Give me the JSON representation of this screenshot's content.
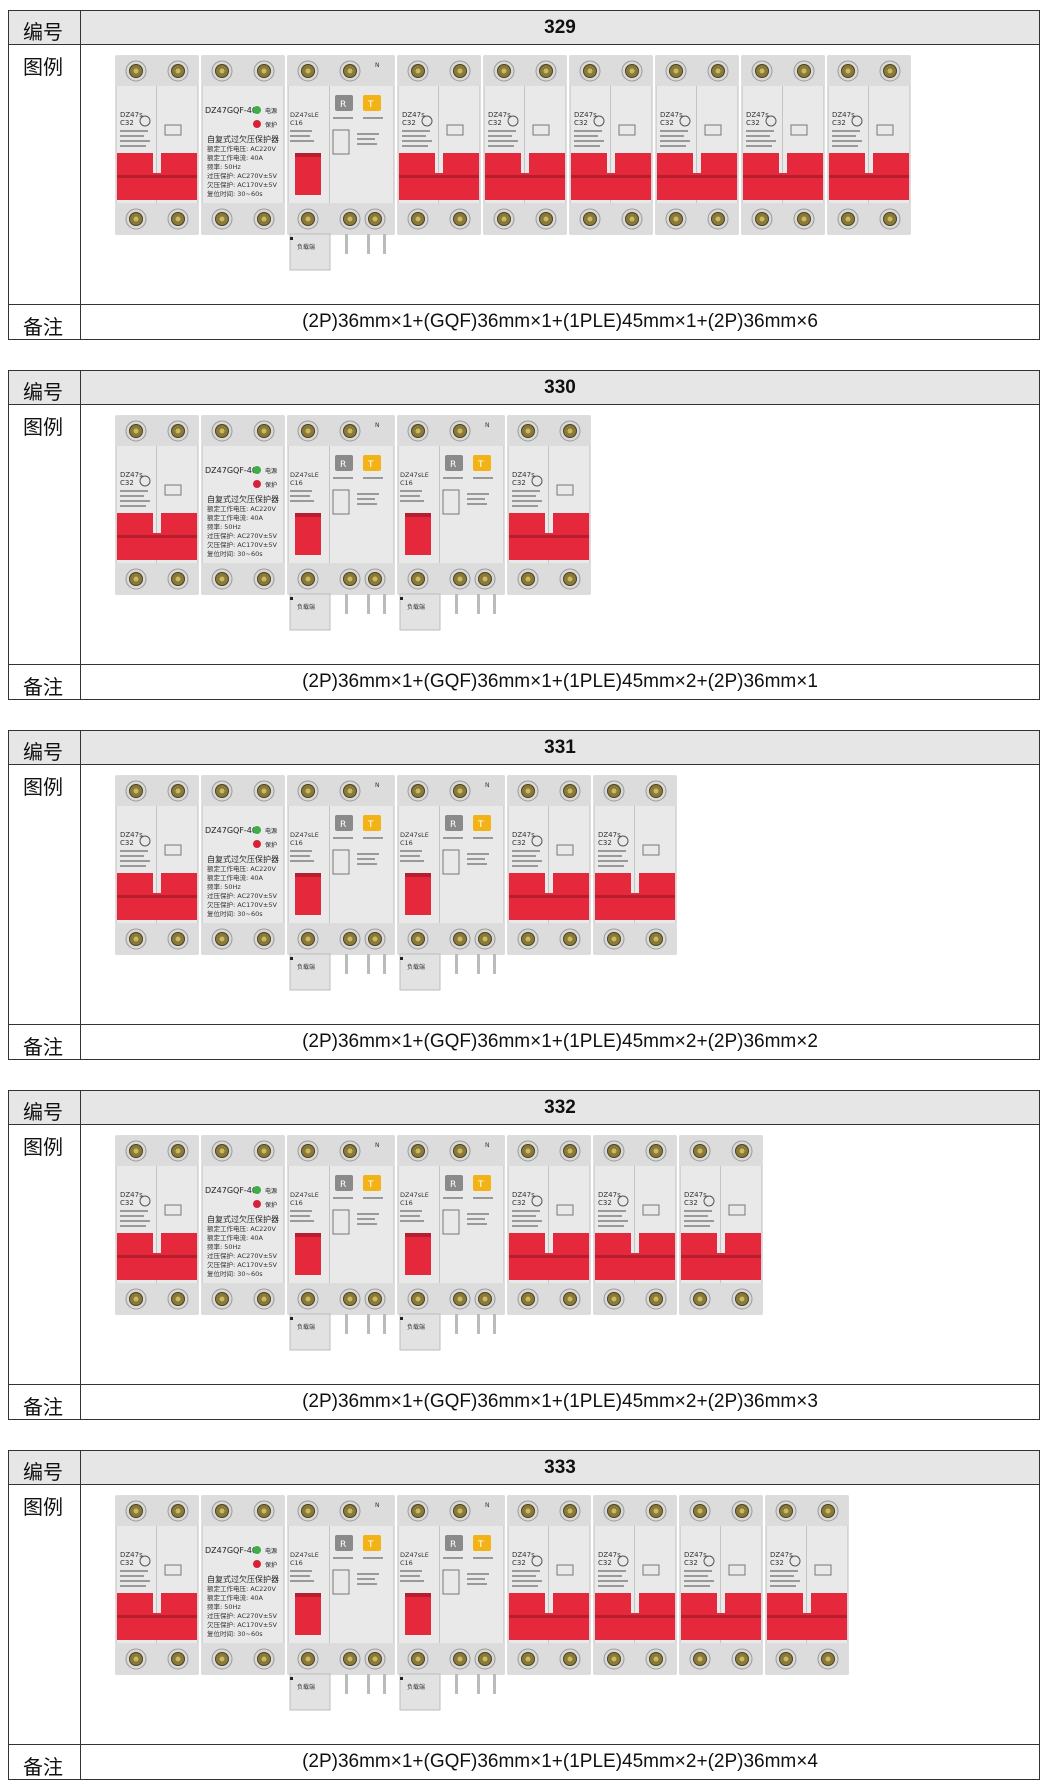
{
  "labels": {
    "id": "编号",
    "figure": "图例",
    "remark": "备注"
  },
  "module_text": {
    "gqf_model": "DZ47GQF-40",
    "gqf_power": "电源",
    "gqf_protect": "保护",
    "gqf_name": "自复式过欠压保护器",
    "gqf_specs": [
      "额定工作电压: AC220V",
      "额定工作电流: 40A",
      "频率: 50Hz",
      "过压保护: AC270V±5V",
      "欠压保护: AC170V±5V",
      "复位时间: 30~60s"
    ],
    "mcb_model": "DZ47s",
    "mcb_rating": "C32",
    "rcbo_model": "DZ47sLE",
    "rcbo_rating": "C16",
    "rcbo_load": "负载端"
  },
  "colors": {
    "handle": "#e5283c",
    "body": "#e9e9e9",
    "test_button": "#f3b317",
    "reset_button": "#8a8a8a",
    "header_bg": "#e6e6e6"
  },
  "tables": [
    {
      "id": "329",
      "remark": "(2P)36mm×1+(GQF)36mm×1+(1PLE)45mm×1+(2P)36mm×6",
      "modules": [
        "2P",
        "GQF",
        "1PLE",
        "2P",
        "2P",
        "2P",
        "2P",
        "2P",
        "2P"
      ]
    },
    {
      "id": "330",
      "remark": "(2P)36mm×1+(GQF)36mm×1+(1PLE)45mm×2+(2P)36mm×1",
      "modules": [
        "2P",
        "GQF",
        "1PLE",
        "1PLE",
        "2P"
      ]
    },
    {
      "id": "331",
      "remark": "(2P)36mm×1+(GQF)36mm×1+(1PLE)45mm×2+(2P)36mm×2",
      "modules": [
        "2P",
        "GQF",
        "1PLE",
        "1PLE",
        "2P",
        "2P"
      ]
    },
    {
      "id": "332",
      "remark": "(2P)36mm×1+(GQF)36mm×1+(1PLE)45mm×2+(2P)36mm×3",
      "modules": [
        "2P",
        "GQF",
        "1PLE",
        "1PLE",
        "2P",
        "2P",
        "2P"
      ]
    },
    {
      "id": "333",
      "remark": "(2P)36mm×1+(GQF)36mm×1+(1PLE)45mm×2+(2P)36mm×4",
      "modules": [
        "2P",
        "GQF",
        "1PLE",
        "1PLE",
        "2P",
        "2P",
        "2P",
        "2P"
      ]
    }
  ]
}
